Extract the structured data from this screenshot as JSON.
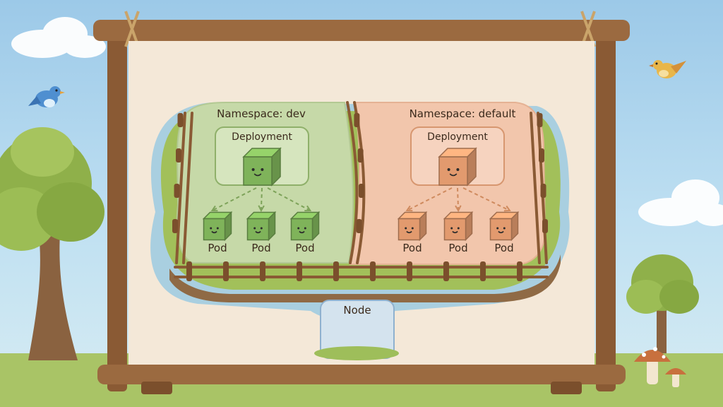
{
  "diagram": {
    "namespaces": [
      {
        "name": "Namespace: dev",
        "theme": "green",
        "deployment_label": "Deployment",
        "pods": [
          "Pod",
          "Pod",
          "Pod"
        ]
      },
      {
        "name": "Namespace: default",
        "theme": "orange",
        "deployment_label": "Deployment",
        "pods": [
          "Pod",
          "Pod",
          "Pod"
        ]
      }
    ],
    "node_label": "Node"
  },
  "colors": {
    "sky": "#a7d0ec",
    "board": "#f4e8d8",
    "wood": "#8a5a34",
    "dev_zone": "#c6d9a8",
    "dev_cube": "#7fb35a",
    "default_zone": "#f2c6ac",
    "default_cube": "#e29a6e",
    "node_cube": "#7fa9d6",
    "water": "#a9cfe0",
    "grass": "#9ebe5a"
  }
}
